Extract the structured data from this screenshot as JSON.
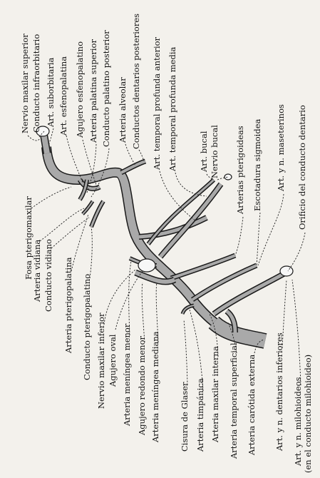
{
  "labels": [
    {
      "id": "fosa-pterigomaxilar",
      "text": "Fosa pterigomaxilar"
    },
    {
      "id": "arteria-vidiana",
      "text": "Arteria vidiana"
    },
    {
      "id": "conducto-vidiano",
      "text": "Conducto vidiano"
    },
    {
      "id": "arteria-pterigopalatina",
      "text": "Arteria pterigopalatina"
    },
    {
      "id": "conducto-pterigopalatino",
      "text": "Conducto pterigopalatino"
    },
    {
      "id": "nervio-maxilar-inferior",
      "text": "Nervio maxilar inferior"
    },
    {
      "id": "agujero-oval",
      "text": "Agujero oval"
    },
    {
      "id": "arteria-meningea-menor",
      "text": "Arteria meníngea menor"
    },
    {
      "id": "agujero-redondo-menor",
      "text": "Agujero redondo menor"
    },
    {
      "id": "arteria-meningea-mediana",
      "text": "Arteria meníngea mediana"
    },
    {
      "id": "cisura-de-glaser",
      "text": "Cisura de Glaser"
    },
    {
      "id": "arteria-timpanica",
      "text": "Arteria timpánica"
    },
    {
      "id": "arteria-maxilar-interna",
      "text": "Arteria maxilar interna"
    },
    {
      "id": "arteria-temporal-superficial",
      "text": "Arteria temporal superficial"
    },
    {
      "id": "arteria-carotida-externa",
      "text": "Arteria carótida externa"
    },
    {
      "id": "art-n-dentarios-inferiores",
      "text": "Art. y n. dentarios inferiores"
    },
    {
      "id": "art-n-milohioideos",
      "text": "Art. y n. milohioideos"
    },
    {
      "id": "en-el-conducto-milohioideo",
      "text": "(en el conducto milohioideo)"
    },
    {
      "id": "nervio-maxilar-superior",
      "text": "Nervio maxilar superior"
    },
    {
      "id": "conducto-infraorbitario",
      "text": "Conducto infraorbitario"
    },
    {
      "id": "art-suborbitaria",
      "text": "Art. suborbitaria"
    },
    {
      "id": "art-esfenopalatina",
      "text": "Art. esfenopalatina"
    },
    {
      "id": "agujero-esfenopalatino",
      "text": "Agujero esfenopalatino"
    },
    {
      "id": "arteria-palatina-superior",
      "text": "Arteria palatina superior"
    },
    {
      "id": "conducto-palatino-posterior",
      "text": "Conducto palatino posterior"
    },
    {
      "id": "arteria-alveolar",
      "text": "Arteria alveolar"
    },
    {
      "id": "conductos-dentarios-posteriores",
      "text": "Conductos dentarios posteriores"
    },
    {
      "id": "art-temporal-profunda-anterior",
      "text": "Art. temporal profunda anterior"
    },
    {
      "id": "art-temporal-profunda-media",
      "text": "Art. temporal profunda media"
    },
    {
      "id": "art-bucal",
      "text": "Art. bucal"
    },
    {
      "id": "nervio-bucal",
      "text": "Nervio bucal"
    },
    {
      "id": "arterias-pterigoideas",
      "text": "Arterias pterigoideas"
    },
    {
      "id": "escotadura-sigmoidea",
      "text": "Escotadura sigmoidea"
    },
    {
      "id": "art-n-maseterinos",
      "text": "Art. y n. maseterinos"
    },
    {
      "id": "orificio-conducto-dentario",
      "text": "Orificio del conducto dentario"
    }
  ]
}
